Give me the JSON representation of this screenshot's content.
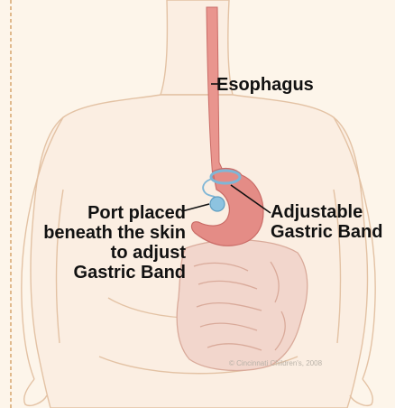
{
  "labels": {
    "esophagus": "Esophagus",
    "adjustable_band": [
      "Adjustable",
      "Gastric Band"
    ],
    "port": [
      "Port placed",
      "beneath the skin",
      "to adjust",
      "Gastric Band"
    ]
  },
  "copyright": "© Cincinnati Children's, 2008",
  "colors": {
    "background": "#fdf5ea",
    "body_outline": "#e3c2a4",
    "body_fill": "#fbeee2",
    "esophagus": "#e9958e",
    "stomach": "#e48c86",
    "intestines": "#f2d6cc",
    "band": "#7fb6d6",
    "port": "#8dc3e0"
  }
}
